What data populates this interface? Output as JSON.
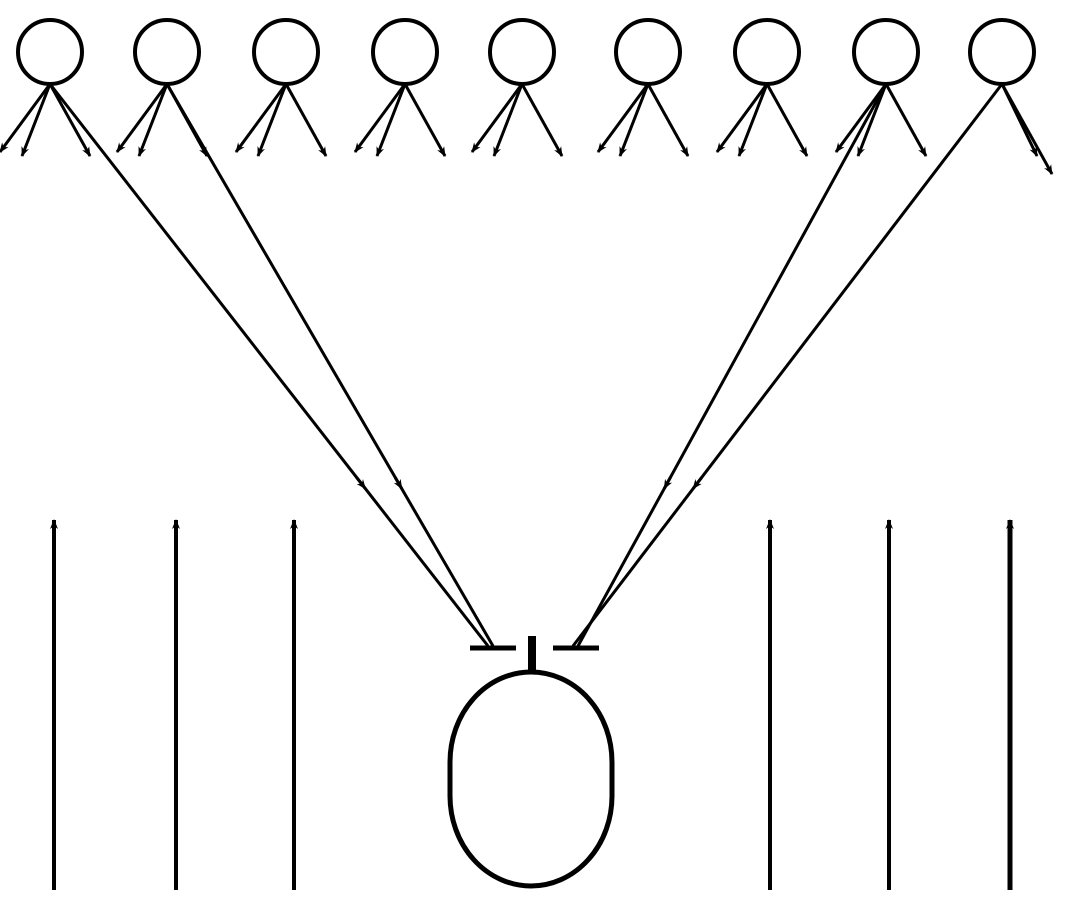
{
  "diagram": {
    "stroke_color": "#000000",
    "background_color": "#ffffff",
    "top_neurons": [
      {
        "id": "n1",
        "projects_to_center": true
      },
      {
        "id": "n2",
        "projects_to_center": true
      },
      {
        "id": "n3",
        "projects_to_center": false
      },
      {
        "id": "n4",
        "projects_to_center": false
      },
      {
        "id": "n5",
        "projects_to_center": false
      },
      {
        "id": "n6",
        "projects_to_center": false
      },
      {
        "id": "n7",
        "projects_to_center": false
      },
      {
        "id": "n8",
        "projects_to_center": true
      },
      {
        "id": "n9",
        "projects_to_center": true
      }
    ],
    "center_neuron": {
      "id": "center",
      "synapse_type": "inhibitory"
    },
    "upward_arrows": {
      "left_count": 3,
      "right_count": 3
    }
  }
}
